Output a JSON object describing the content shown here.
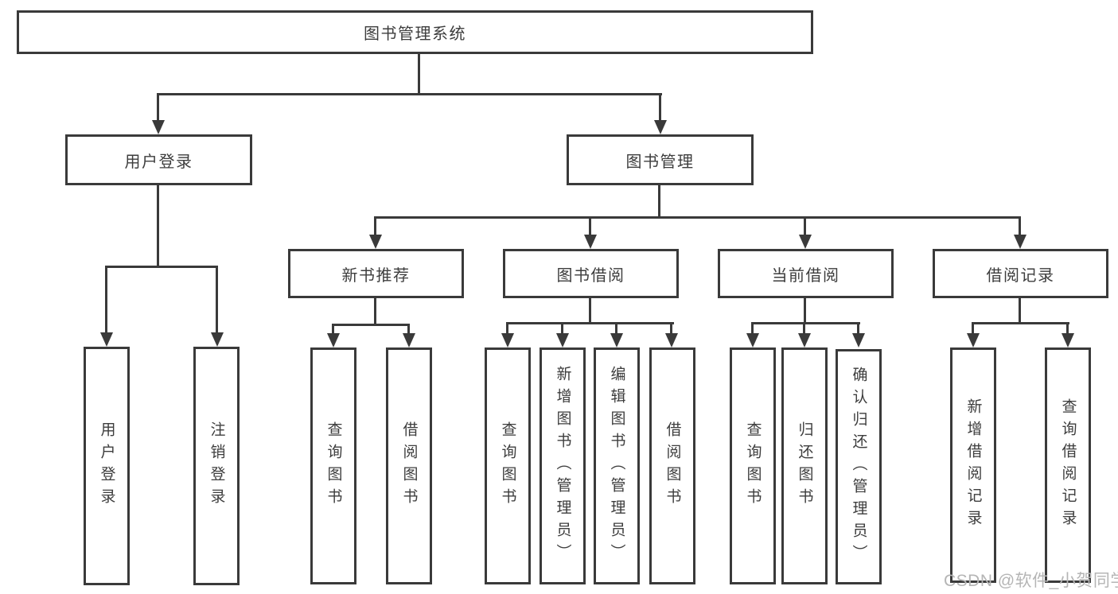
{
  "diagram": {
    "title": "图书管理系统",
    "root": {
      "label": "图书管理系统"
    },
    "branches": [
      {
        "label": "用户登录",
        "children": [
          {
            "label": "用户登录"
          },
          {
            "label": "注销登录"
          }
        ]
      },
      {
        "label": "图书管理",
        "children": [
          {
            "label": "新书推荐",
            "children": [
              {
                "label": "查询图书"
              },
              {
                "label": "借阅图书"
              }
            ]
          },
          {
            "label": "图书借阅",
            "children": [
              {
                "label": "查询图书"
              },
              {
                "label": "新增图书（管理员）"
              },
              {
                "label": "编辑图书（管理员）"
              },
              {
                "label": "借阅图书"
              }
            ]
          },
          {
            "label": "当前借阅",
            "children": [
              {
                "label": "查询图书"
              },
              {
                "label": "归还图书"
              },
              {
                "label": "确认归还（管理员）"
              }
            ]
          },
          {
            "label": "借阅记录",
            "children": [
              {
                "label": "新增借阅记录"
              },
              {
                "label": "查询借阅记录"
              }
            ]
          }
        ]
      }
    ]
  },
  "watermark": {
    "text": "CSDN @软件_小贺同学",
    "color": "#b5b5b5"
  },
  "colors": {
    "line": "#3a3a3a",
    "text": "#3d3d3d",
    "box_background": "#ffffff",
    "page_background": "#ffffff",
    "watermark": "#b5b5b5"
  }
}
